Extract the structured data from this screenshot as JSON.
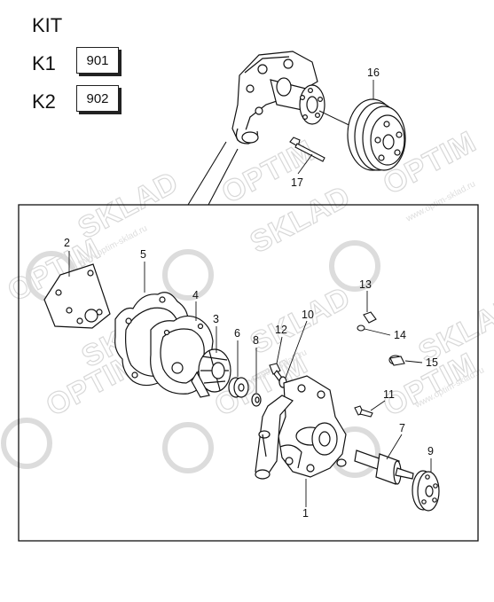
{
  "kit": {
    "title": "KIT",
    "rows": [
      {
        "label": "K1",
        "code": "901"
      },
      {
        "label": "K2",
        "code": "902"
      }
    ]
  },
  "callouts": {
    "c1": "1",
    "c2": "2",
    "c3": "3",
    "c4": "4",
    "c5": "5",
    "c6": "6",
    "c7": "7",
    "c8": "8",
    "c9": "9",
    "c10": "10",
    "c11": "11",
    "c12": "12",
    "c13": "13",
    "c14": "14",
    "c15": "15",
    "c16": "16",
    "c17": "17"
  },
  "watermark": {
    "brand": "OPTIM",
    "brand2": "SKLAD",
    "url": "www.optim-sklad.ru"
  }
}
